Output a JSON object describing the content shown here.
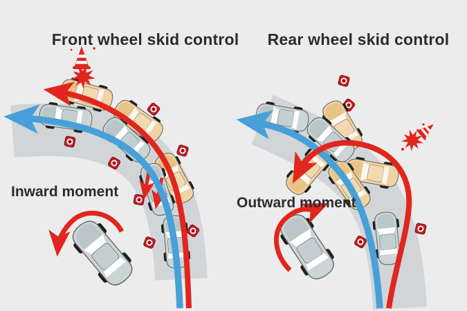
{
  "panels": [
    {
      "title": "Front wheel skid control",
      "moment_label": "Inward moment"
    },
    {
      "title": "Rear wheel skid control",
      "moment_label": "Outward moment"
    }
  ],
  "colors": {
    "bg": "#ececec",
    "road": "#d2d5d8",
    "red": "#e0261e",
    "blue": "#47a0d8",
    "ink": "#2c2c2c",
    "marker-red": "#c81e25"
  },
  "icons": {
    "collision": "collision-burst-icon",
    "cone": "traffic-cone-icon",
    "road_marker": "road-marker-icon"
  }
}
